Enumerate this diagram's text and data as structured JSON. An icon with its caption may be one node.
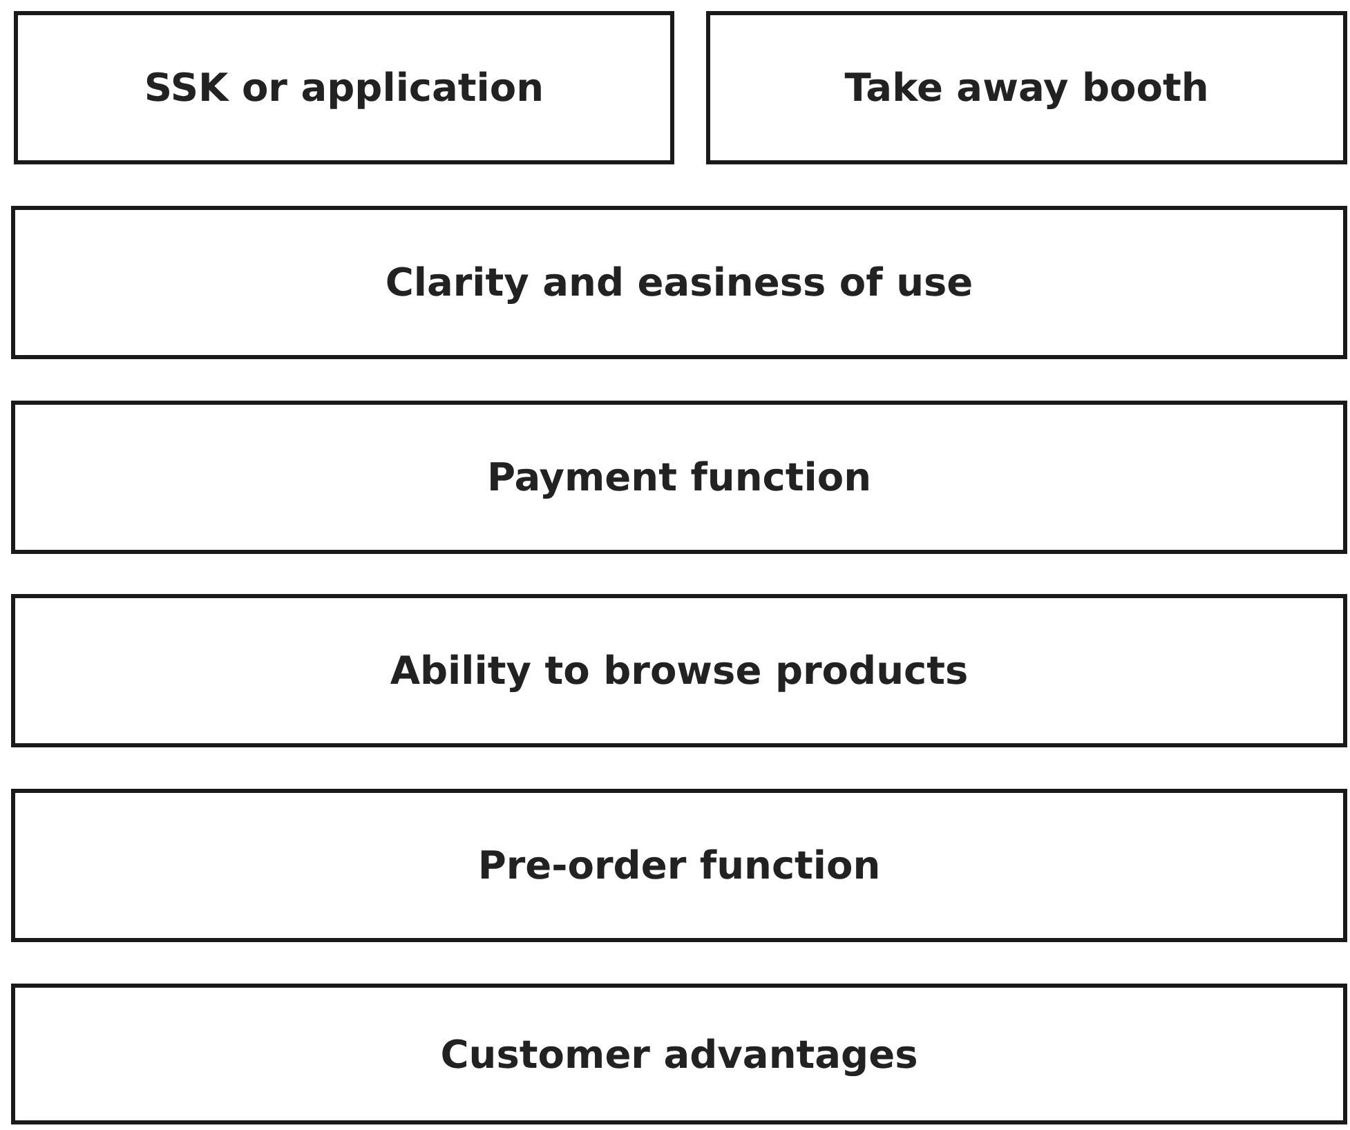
{
  "diagram": {
    "nodes": [
      {
        "text": [
          "SSK or application"
        ]
      },
      {
        "text": [
          "Take away booth"
        ]
      },
      {
        "text": [
          "Clarity and easiness of use"
        ]
      },
      {
        "text": [
          "Payment function"
        ]
      },
      {
        "text": [
          "Ability to browse products"
        ]
      },
      {
        "text": [
          "Pre-order function"
        ]
      },
      {
        "text": [
          "Customer advantages"
        ]
      }
    ]
  }
}
